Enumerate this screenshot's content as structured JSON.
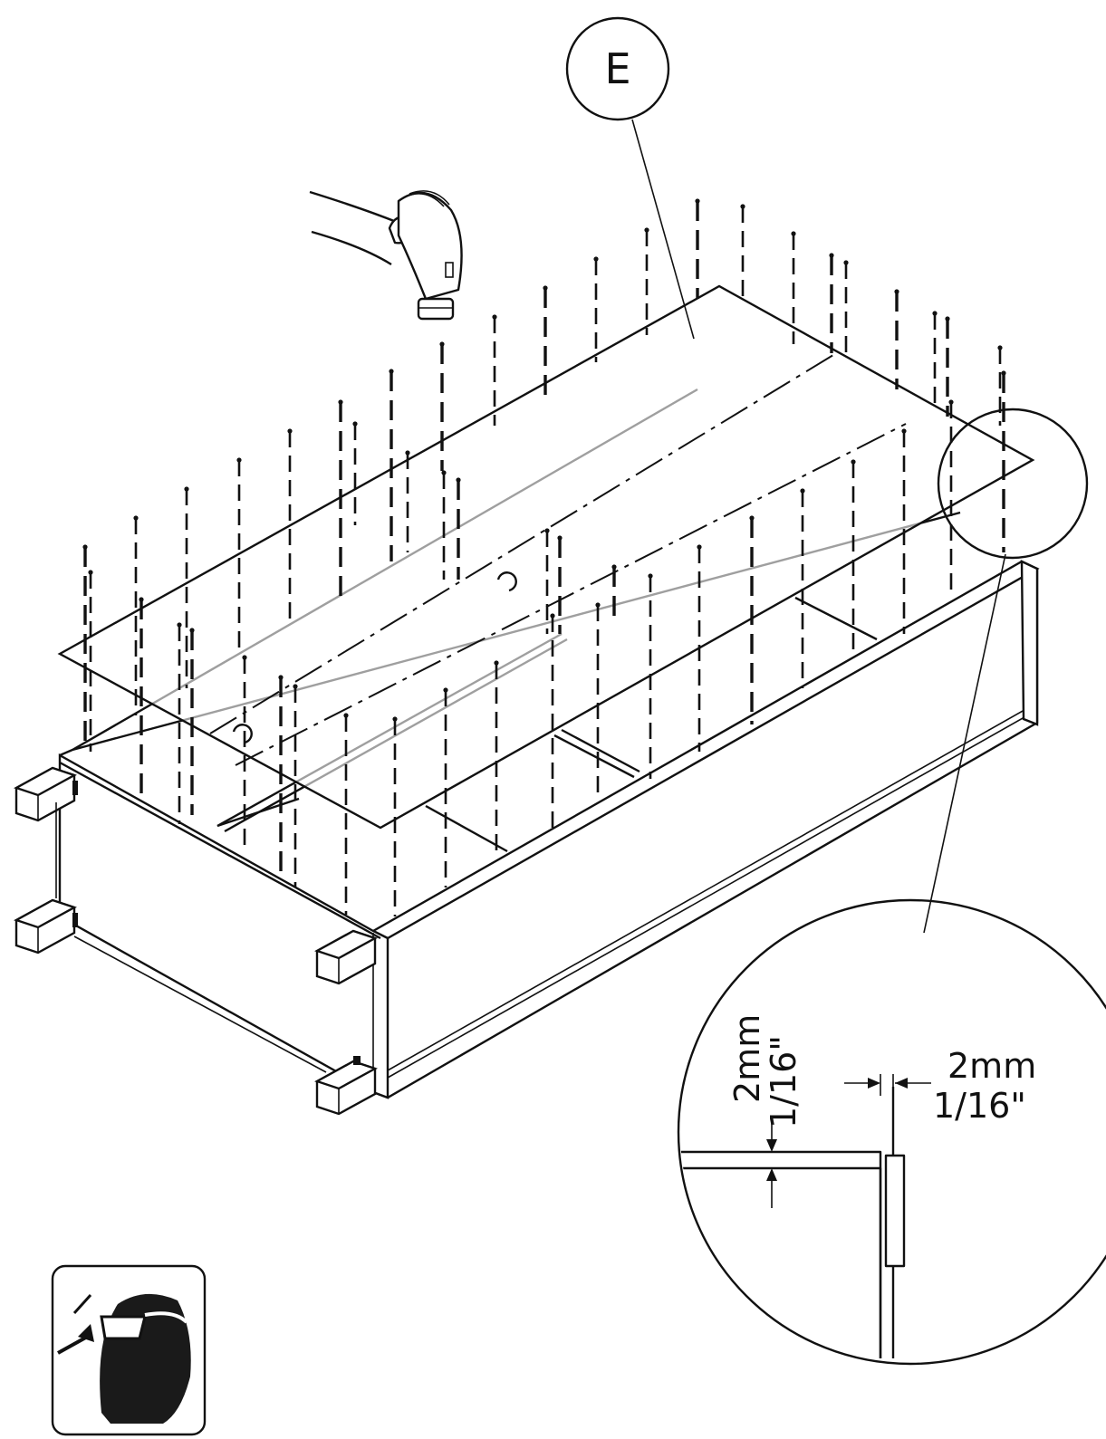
{
  "part_label": "E",
  "detail": {
    "vertical_gap_mm": "2mm",
    "vertical_gap_in": "1/16\"",
    "horizontal_gap_mm": "2mm",
    "horizontal_gap_in": "1/16\""
  },
  "icons": [
    "hammer-icon",
    "safety-glasses-icon"
  ]
}
